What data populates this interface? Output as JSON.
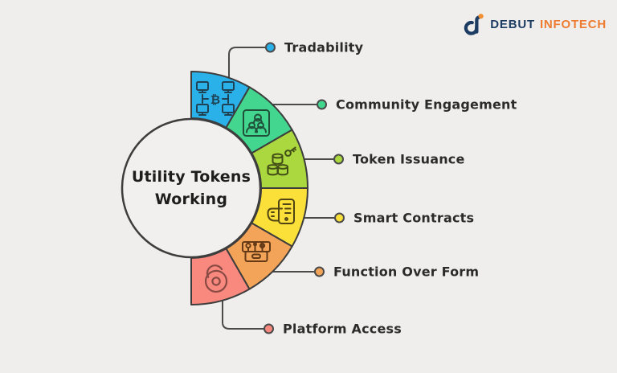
{
  "background_color": "#efeeec",
  "outline_color": "#3d3d3d",
  "connector_color": "#4a4a4a",
  "logo": {
    "mark_icon": "debut-infotech-logo-mark",
    "brand_first": "DEBUT",
    "brand_second": "INFOTECH",
    "brand_first_color": "#1d3c63",
    "brand_second_color": "#ee7b2f"
  },
  "center": {
    "title_line1": "Utility Tokens",
    "title_line2": "Working"
  },
  "segments": [
    {
      "label": "Tradability",
      "color": "#2bb1ea",
      "icon": "blockchain-network-icon"
    },
    {
      "label": "Community Engagement",
      "color": "#42d68f",
      "icon": "community-people-icon"
    },
    {
      "label": "Token Issuance",
      "color": "#aad83e",
      "icon": "token-coins-key-icon"
    },
    {
      "label": "Smart Contracts",
      "color": "#fbe03a",
      "icon": "smart-contract-hand-icon"
    },
    {
      "label": "Function Over Form",
      "color": "#f4a458",
      "icon": "toolbox-tools-icon"
    },
    {
      "label": "Platform Access",
      "color": "#f9897e",
      "icon": "open-padlock-icon"
    }
  ]
}
